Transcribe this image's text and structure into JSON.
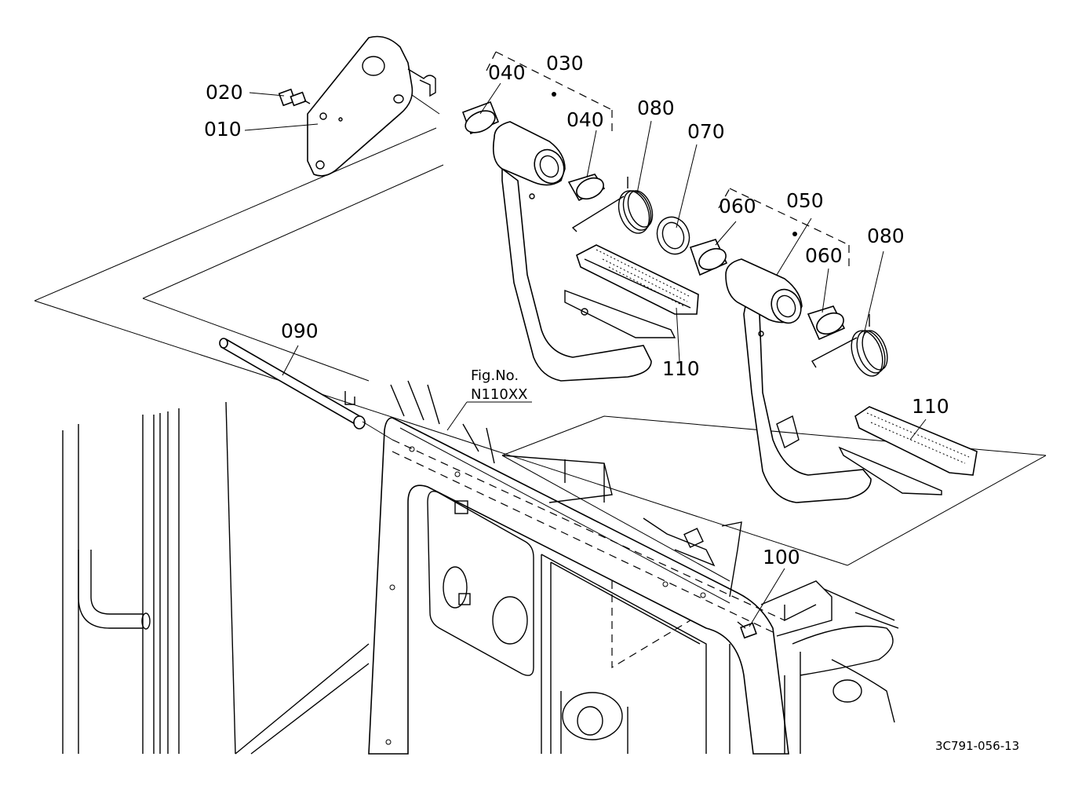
{
  "diagram": {
    "callouts": {
      "p010": "010",
      "p020": "020",
      "p030": "030",
      "p040a": "040",
      "p040b": "040",
      "p050": "050",
      "p060a": "060",
      "p060b": "060",
      "p070": "070",
      "p080a": "080",
      "p080b": "080",
      "p090": "090",
      "p100": "100",
      "p110a": "110",
      "p110b": "110"
    },
    "figure_reference": {
      "line1": "Fig.No.",
      "line2": "N110XX"
    },
    "document_id": "3C791-056-13"
  }
}
